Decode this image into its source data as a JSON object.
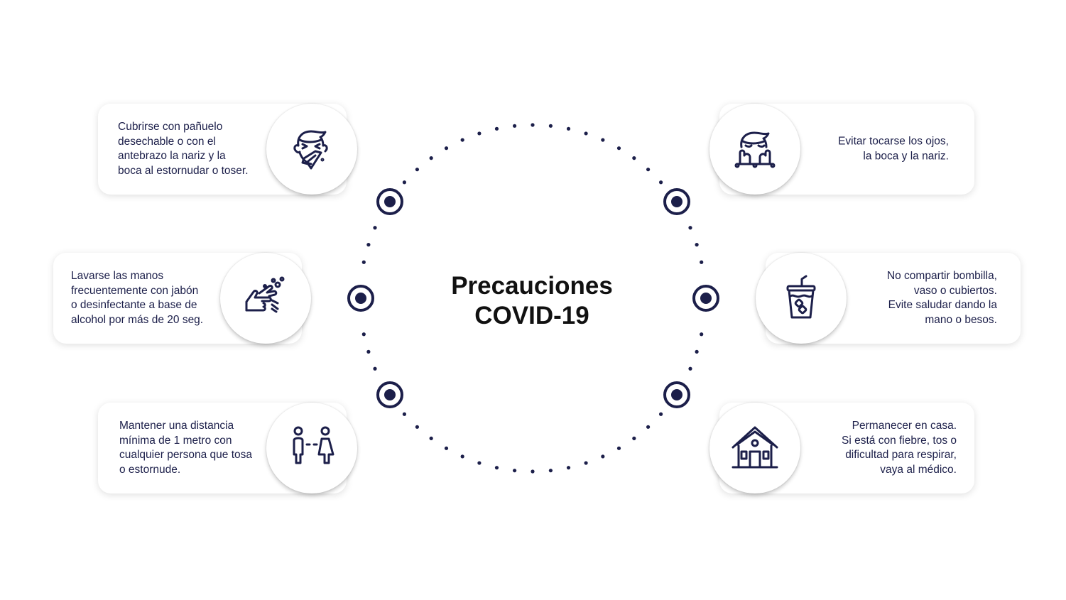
{
  "title": {
    "line1": "Precauciones",
    "line2": "COVID-19"
  },
  "colors": {
    "accent": "#1c1f4a",
    "background": "#ffffff"
  },
  "items": [
    {
      "text": "Cubrirse con pañuelo\ndesechable o con el\nantebrazo la nariz y la\nboca al estornudar o toser.",
      "icon": "sneeze-icon"
    },
    {
      "text": "Lavarse las manos\nfrecuentemente con jabón\no desinfectante a base de\nalcohol por más de 20 seg.",
      "icon": "hand-wash-icon"
    },
    {
      "text": "Mantener una distancia\nmínima de 1 metro con\ncualquier persona que tosa\no estornude.",
      "icon": "distance-people-icon"
    },
    {
      "text": "Evitar tocarse los ojos,\nla boca y la nariz.",
      "icon": "face-cover-icon"
    },
    {
      "text": "No compartir bombilla,\nvaso o cubiertos.\nEvite saludar dando la\nmano o besos.",
      "icon": "cup-straw-icon"
    },
    {
      "text": "Permanecer en casa.\nSi está con fiebre, tos o\ndificultad para respirar,\nvaya al médico.",
      "icon": "house-icon"
    }
  ]
}
